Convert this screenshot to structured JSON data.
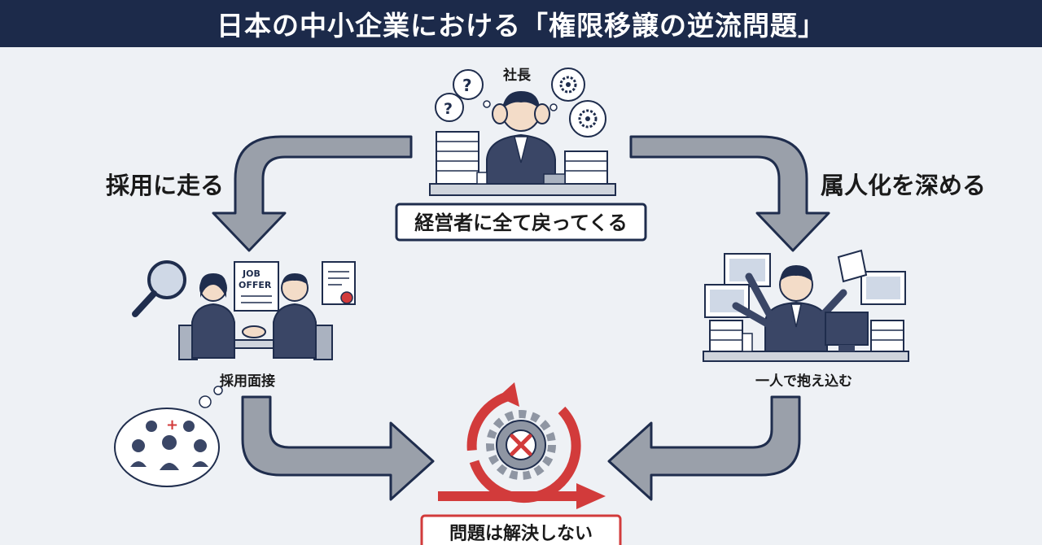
{
  "header": {
    "title": "日本の中小企業における「権限移譲の逆流問題」"
  },
  "center": {
    "person_label": "社長",
    "box_text": "経営者に全て戻ってくる"
  },
  "left": {
    "arrow_label": "採用に走る",
    "caption": "採用面接",
    "doc_text_1": "JOB",
    "doc_text_2": "OFFER"
  },
  "right": {
    "arrow_label": "属人化を深める",
    "caption": "一人で抱え込む"
  },
  "bottom": {
    "box_text": "問題は解決しない"
  },
  "colors": {
    "header_bg": "#1c2a4a",
    "arrow_gray": "#9aa0aa",
    "arrow_outline": "#1f2d4d",
    "accent_red": "#d23b3b",
    "background": "#eef1f5"
  }
}
